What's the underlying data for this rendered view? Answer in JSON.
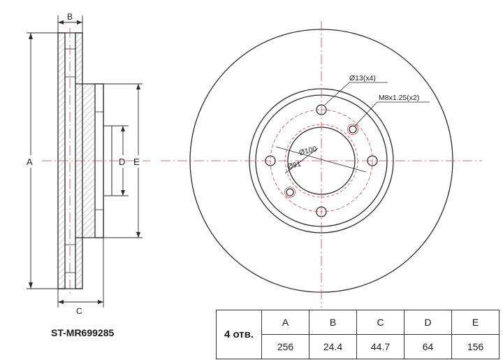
{
  "dimension_labels": {
    "a": "A",
    "b": "B",
    "c": "C",
    "d": "D",
    "e": "E"
  },
  "callouts": {
    "bolt_holes": "Ø13(x4)",
    "threaded_holes": "M8x1.25(x2)",
    "pcd": "Ø100",
    "center_bore": "Ø91"
  },
  "part_number": "ST-MR699285",
  "spec_table": {
    "holes": "4 отв.",
    "columns": [
      {
        "header": "A",
        "value": "256"
      },
      {
        "header": "B",
        "value": "24.4"
      },
      {
        "header": "C",
        "value": "44.7"
      },
      {
        "header": "D",
        "value": "64"
      },
      {
        "header": "E",
        "value": "156"
      }
    ]
  },
  "colors": {
    "line": "#2a2a2a",
    "centerline": "#d9403a",
    "background": "#ffffff"
  }
}
